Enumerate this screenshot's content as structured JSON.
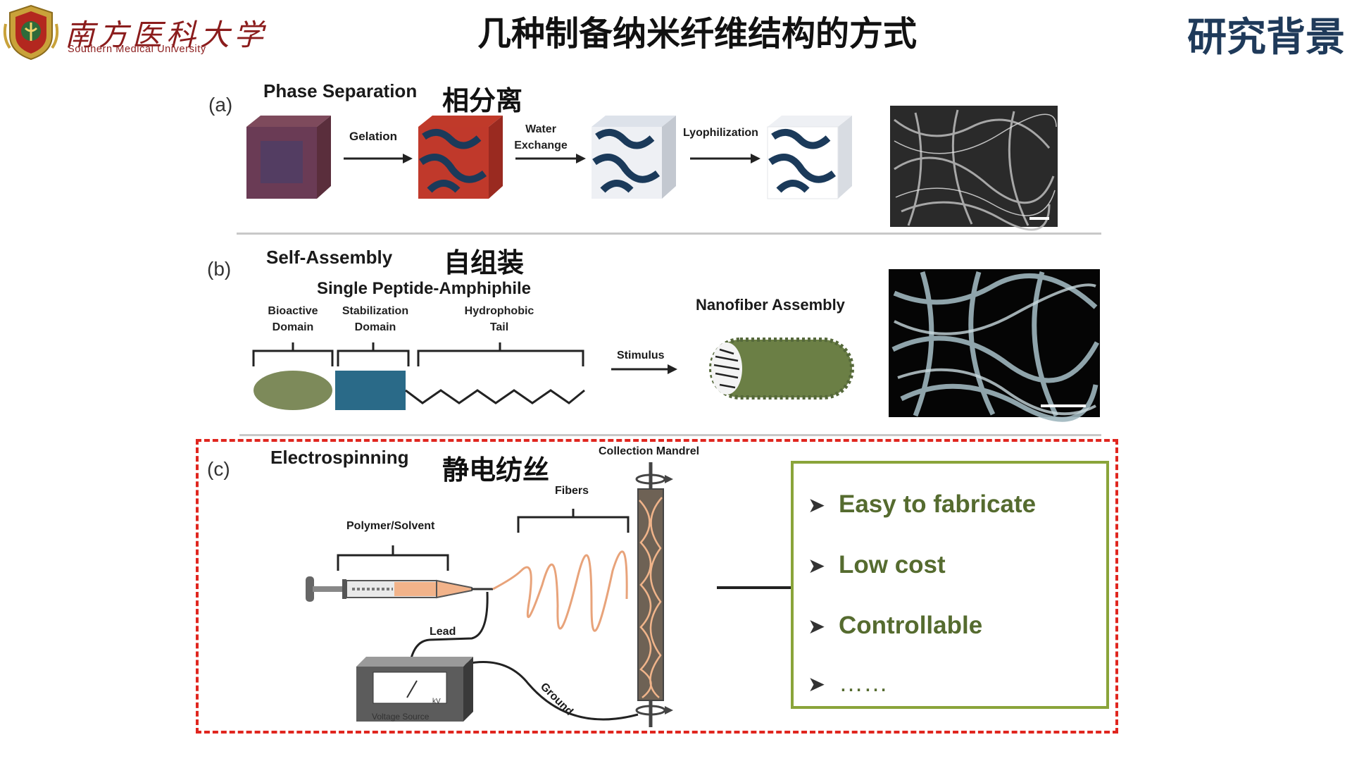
{
  "header": {
    "university_name_cn": "南方医科大学",
    "university_name_en": "Southern Medical University",
    "slide_title": "几种制备纳米纤维结构的方式",
    "section_tag": "研究背景"
  },
  "panel_a": {
    "tag": "(a)",
    "title": "Phase Separation",
    "title_cn": "相分离",
    "step1": "Gelation",
    "step2_line1": "Water",
    "step2_line2": "Exchange",
    "step3": "Lyophilization"
  },
  "panel_b": {
    "tag": "(b)",
    "title": "Self-Assembly",
    "title_cn": "自组装",
    "molecule_title": "Single Peptide-Amphiphile",
    "domain1_line1": "Bioactive",
    "domain1_line2": "Domain",
    "domain2_line1": "Stabilization",
    "domain2_line2": "Domain",
    "domain3_line1": "Hydrophobic",
    "domain3_line2": "Tail",
    "stimulus": "Stimulus",
    "assembly_title": "Nanofiber Assembly"
  },
  "panel_c": {
    "tag": "(c)",
    "title": "Electrospinning",
    "title_cn": "静电纺丝",
    "collection": "Collection Mandrel",
    "fibers": "Fibers",
    "polymer": "Polymer/Solvent",
    "lead": "Lead",
    "ground": "Ground",
    "voltage_source": "Voltage Source",
    "kv_unit": "kV"
  },
  "advantages": {
    "items": [
      "Easy to fabricate",
      "Low cost",
      "Controllable",
      "……"
    ]
  },
  "colors": {
    "university_red": "#8b1c1c",
    "section_blue": "#1f3a5a",
    "highlight_red": "#e0261f",
    "advantage_green": "#8aa43a",
    "advantage_text": "#556b2f",
    "fiber_orange": "#e8a37a"
  }
}
